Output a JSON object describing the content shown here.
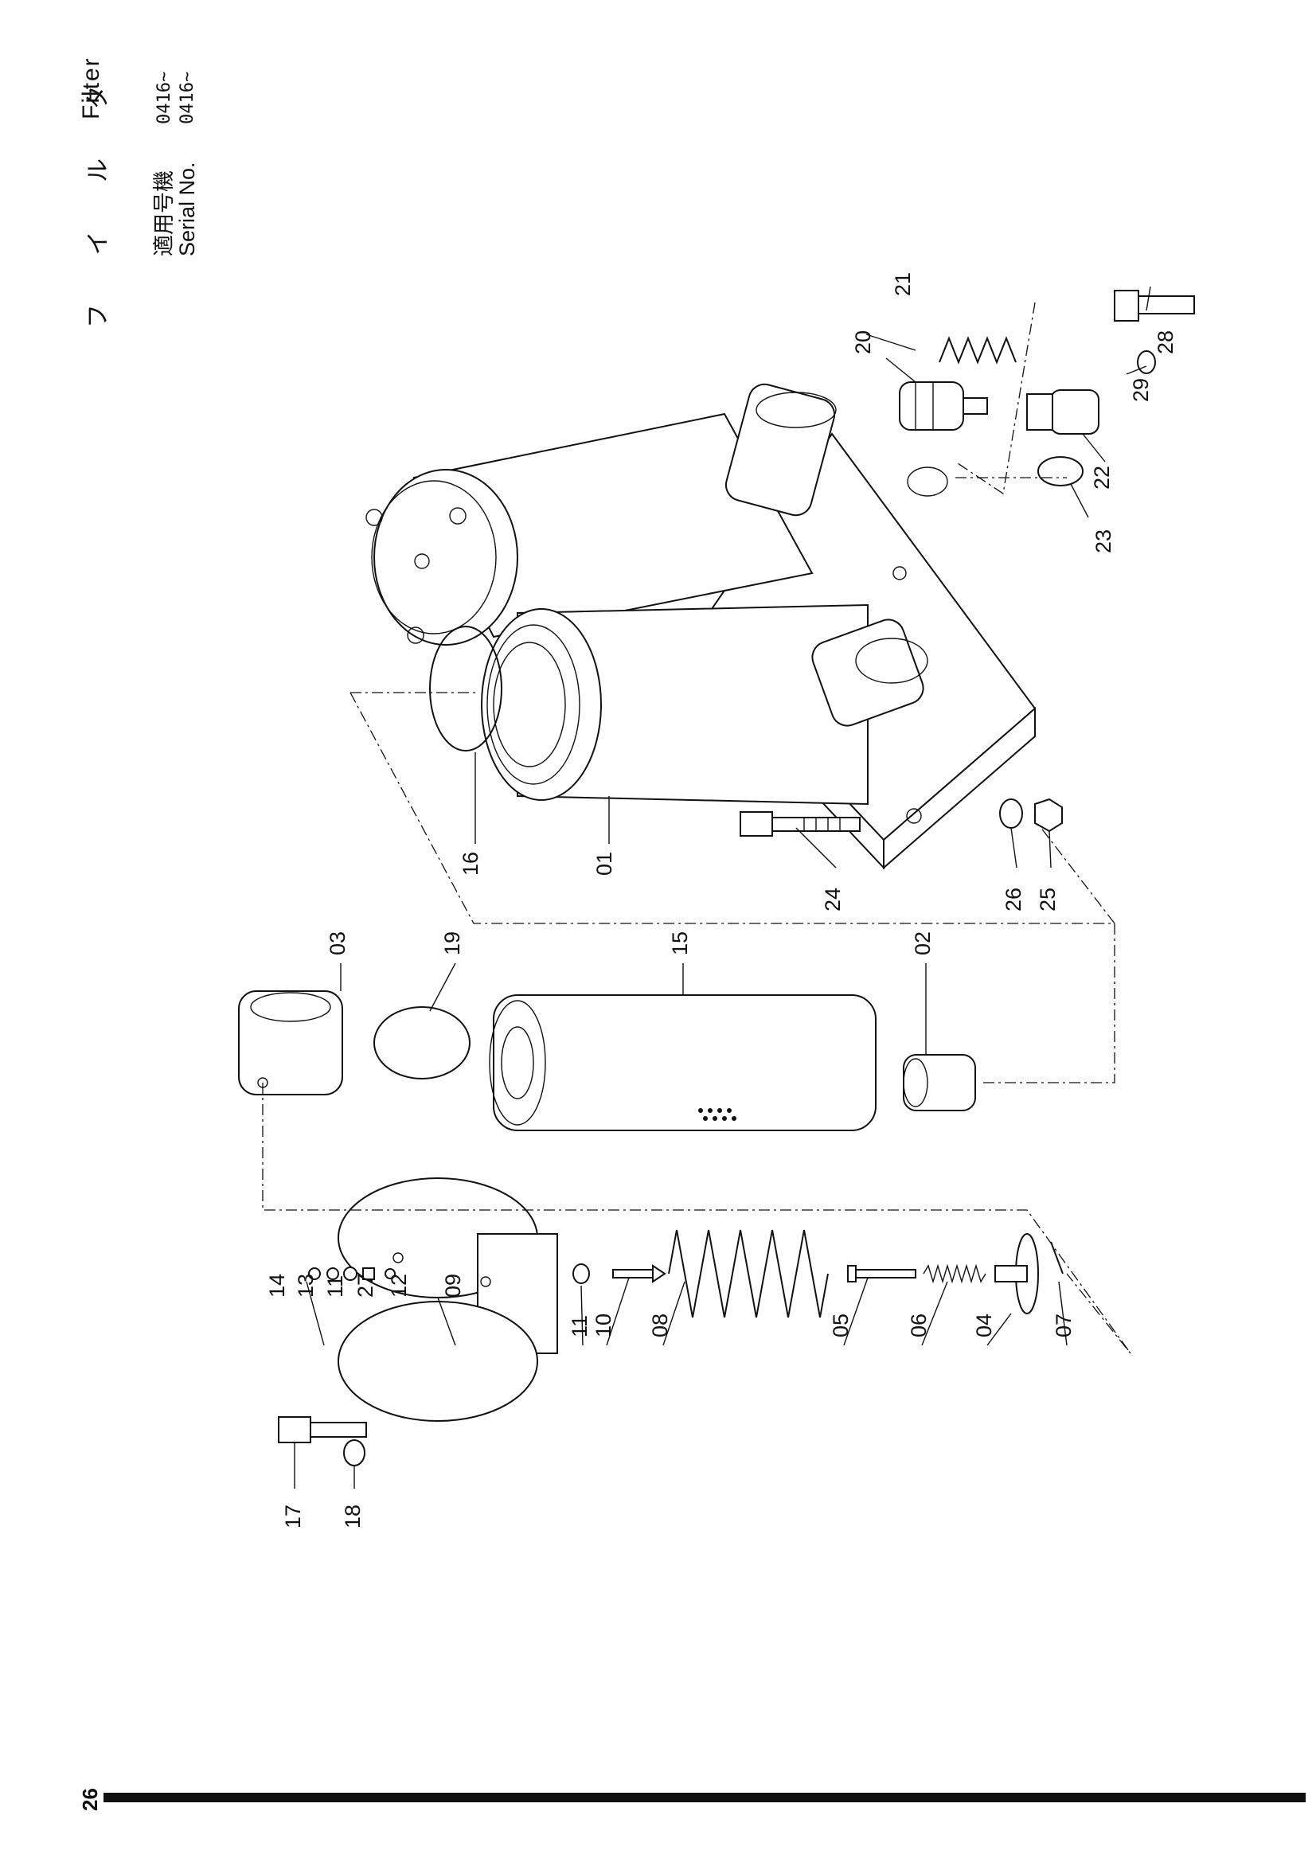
{
  "title_jp": "フ イ ル タ",
  "title_en": "Filter",
  "serial": {
    "label_jp": "適用号機",
    "label_en": "Serial No.",
    "value_1": "0416~",
    "value_2": "0416~"
  },
  "page_number": "26",
  "callouts": {
    "p01": "01",
    "p02": "02",
    "p03": "03",
    "p04": "04",
    "p05": "05",
    "p06": "06",
    "p07": "07",
    "p08": "08",
    "p09": "09",
    "p10": "10",
    "p11a": "11",
    "p11b": "11",
    "p12": "12",
    "p13": "13",
    "p14": "14",
    "p15": "15",
    "p16": "16",
    "p17": "17",
    "p18": "18",
    "p19": "19",
    "p20": "20",
    "p21": "21",
    "p22": "22",
    "p23": "23",
    "p24": "24",
    "p25": "25",
    "p26": "26",
    "p27": "27",
    "p28": "28",
    "p29": "29"
  }
}
